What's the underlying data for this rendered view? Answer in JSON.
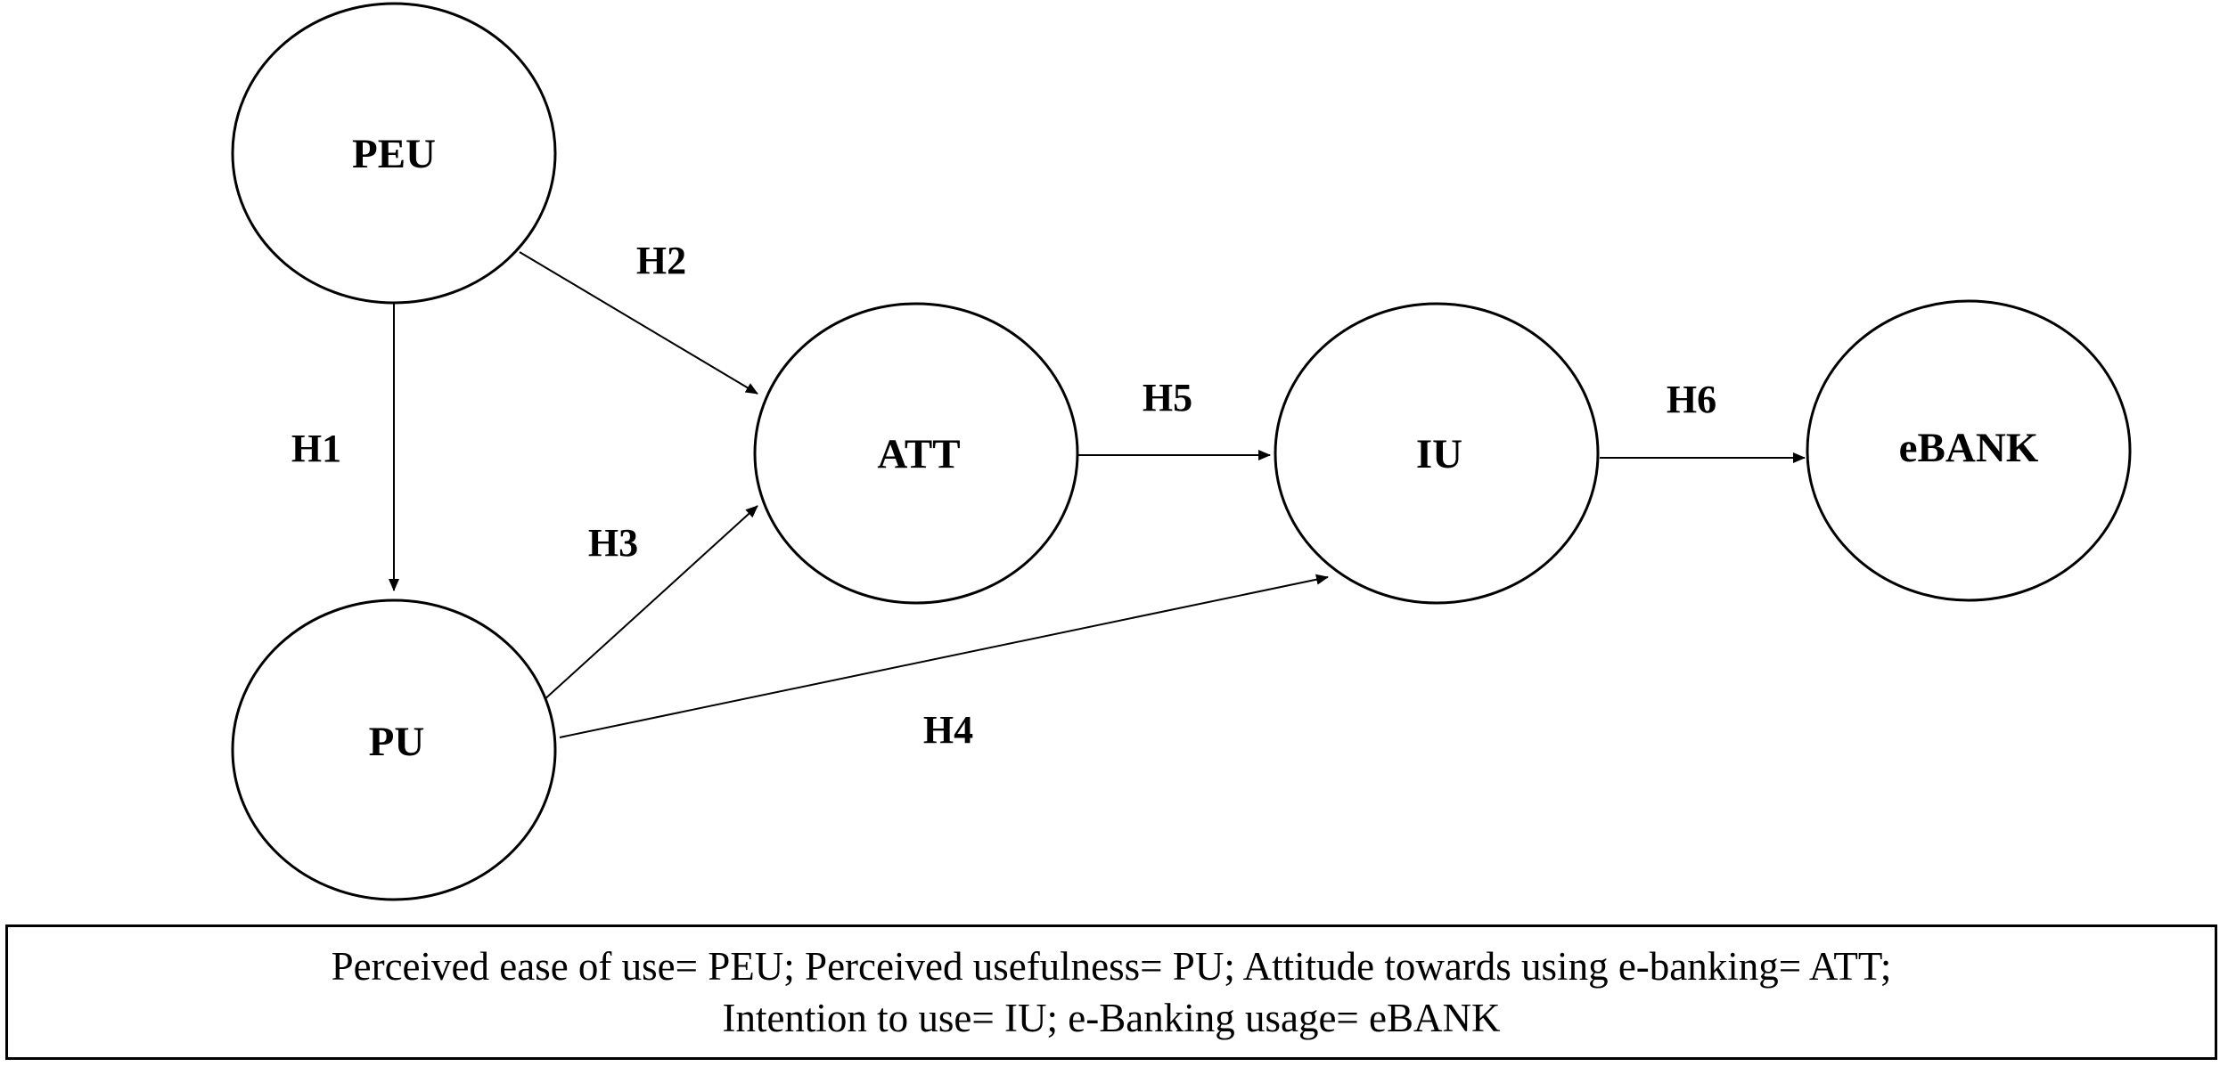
{
  "nodes": {
    "peu": "PEU",
    "pu": "PU",
    "att": "ATT",
    "iu": "IU",
    "ebank": "eBANK"
  },
  "edges": {
    "h1": "H1",
    "h2": "H2",
    "h3": "H3",
    "h4": "H4",
    "h5": "H5",
    "h6": "H6"
  },
  "legend": {
    "line1": "Perceived ease of use= PEU; Perceived usefulness= PU; Attitude towards using e-banking= ATT;",
    "line2": "Intention to use= IU; e-Banking usage= eBANK"
  }
}
